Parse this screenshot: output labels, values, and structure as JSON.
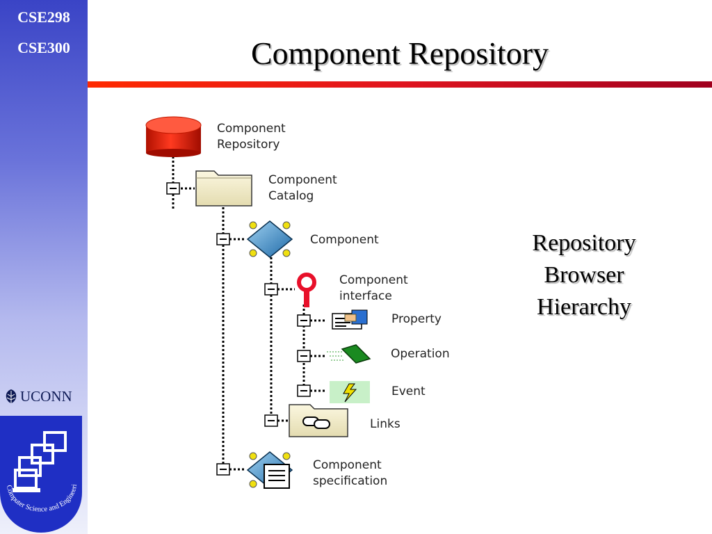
{
  "sidebar": {
    "course_line1": "CSE298",
    "course_line2": "CSE300",
    "logo_text": "UCONN",
    "badge_text": "Computer Science and Engineering"
  },
  "slide": {
    "title": "Component Repository",
    "side_text": [
      "Repository",
      "Browser",
      "Hierarchy"
    ]
  },
  "tree": {
    "repository": [
      "Component",
      "Repository"
    ],
    "catalog": [
      "Component",
      "Catalog"
    ],
    "component": "Component",
    "interface": [
      "Component",
      "interface"
    ],
    "property": "Property",
    "operation": "Operation",
    "event": "Event",
    "links": "Links",
    "specification": [
      "Component",
      "specification"
    ]
  },
  "colors": {
    "accent_rule": "#e0141e",
    "sidebar_top": "#3a44c6",
    "badge_blue": "#1f2fc4"
  }
}
